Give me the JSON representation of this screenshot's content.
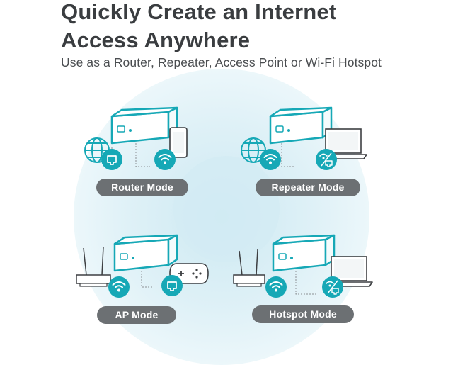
{
  "title": {
    "line1": "Quickly Create an Internet",
    "line2": "Access Anywhere"
  },
  "subtitle": "Use as a Router, Repeater, Access Point or Wi-Fi Hotspot",
  "modes": {
    "router": "Router Mode",
    "repeater": "Repeater Mode",
    "ap": "AP Mode",
    "hotspot": "Hotspot Mode"
  },
  "colors": {
    "teal": "#16a8b6",
    "teal_dark": "#127f8c",
    "pill": "#6c7073",
    "title": "#3a3d40",
    "glow": "#d7eef5"
  },
  "icons": [
    "globe-icon",
    "ethernet-icon",
    "wifi-icon",
    "phone-icon",
    "laptop-icon",
    "gamepad-icon",
    "router-icon"
  ]
}
